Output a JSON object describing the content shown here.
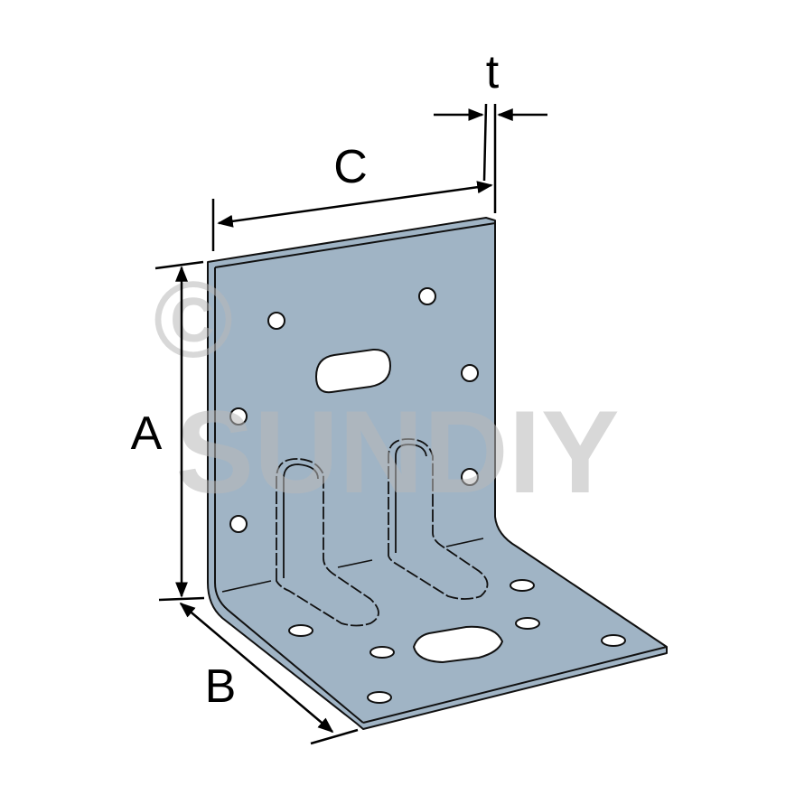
{
  "diagram": {
    "title_hidden": false,
    "labels": {
      "a": "A",
      "b": "B",
      "c": "C",
      "t": "t"
    },
    "watermark": {
      "symbol": "©",
      "text": "SUNDIY"
    },
    "colors": {
      "plate": "#a0b4c5",
      "outline": "#111111",
      "hole": "#ffffff",
      "watermark": "#b9b9b9"
    }
  }
}
